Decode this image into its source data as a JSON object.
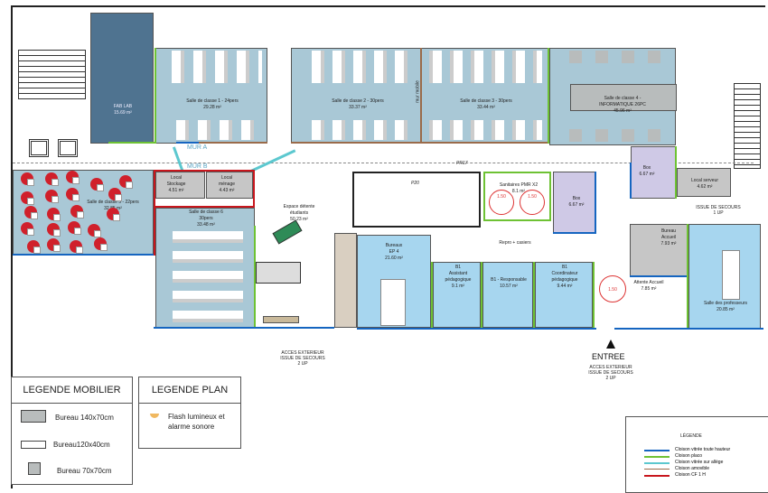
{
  "plan": {
    "rooms": [
      {
        "id": "fab-lab",
        "name": "FAB LAB",
        "area": "15.69 m²"
      },
      {
        "id": "classe-1",
        "name": "Salle de classe 1 - 24pers",
        "area": "29.28 m²"
      },
      {
        "id": "classe-2",
        "name": "Salle de classe 2 - 30pers",
        "area": "33.37 m²"
      },
      {
        "id": "classe-3",
        "name": "Salle de classe 3 - 30pers",
        "area": "33.44 m²"
      },
      {
        "id": "classe-4",
        "name": "Salle de classe 4 -\nINFORMATIQUE 26PC",
        "area": "45.96 m²"
      },
      {
        "id": "classe-5",
        "name": "Salle de classe 5 - 22pers",
        "area": "32.85 m²"
      },
      {
        "id": "local-stockage",
        "name": "Local\nStockage",
        "area": "4.51 m²"
      },
      {
        "id": "local-menage",
        "name": "Local\nménage",
        "area": "4.43 m²"
      },
      {
        "id": "classe-6",
        "name": "Salle de classe 6\n30pers",
        "area": "33.48 m²"
      },
      {
        "id": "espace-detente",
        "name": "Espace détente\nétudiants",
        "area": "50.23 m²"
      },
      {
        "id": "sanitaires",
        "name": "Sanitaires PMR X2",
        "area": "8.1 m²"
      },
      {
        "id": "box-1",
        "name": "Box",
        "area": "6.67 m²"
      },
      {
        "id": "box-2",
        "name": "Box",
        "area": "6.67 m²"
      },
      {
        "id": "local-serveur",
        "name": "Local serveur",
        "area": "4.62 m²"
      },
      {
        "id": "bureaux-ep4",
        "name": "Bureaux\nEP 4",
        "area": "21.60 m²"
      },
      {
        "id": "b1-assistant",
        "name": "B1\nAssistant\npédagogique",
        "area": "9.1 m²"
      },
      {
        "id": "b1-responsable",
        "name": "B1 - Responsable",
        "area": "10.57 m²"
      },
      {
        "id": "b1-coordinateur",
        "name": "B1\nCoordinateur\npédagogique",
        "area": "9.44 m²"
      },
      {
        "id": "bureau-accueil",
        "name": "Bureau\nAccueil",
        "area": "7.93 m²"
      },
      {
        "id": "attente-accueil",
        "name": "Attente Accueil",
        "area": "7.85 m²"
      },
      {
        "id": "salle-professeurs",
        "name": "Salle des professeurs",
        "area": "20.85 m²"
      }
    ],
    "labels": {
      "mur_a": "MUR A",
      "mur_b": "MUR B",
      "pr17": "PR17",
      "p20": "P20",
      "mur_mobile": "mur mobile",
      "repro": "Repro + casiers",
      "issue_secours_1up": "ISSUE DE SECOURS\n1 UP",
      "acces_ext_left": "ACCES EXTERIEUR\nISSUE DE SECOURS\n2 UP",
      "entree": "ENTREE",
      "acces_ext_right": "ACCES EXTERIEUR\nISSUE DE SECOURS\n2 UP",
      "turning_circle": "1.50"
    }
  },
  "legend_mobilier": {
    "title": "LEGENDE MOBILIER",
    "items": [
      {
        "label": "Bureau 140x70cm"
      },
      {
        "label": "Bureau120x40cm"
      },
      {
        "label": "Bureau 70x70cm"
      }
    ]
  },
  "legend_plan": {
    "title": "LEGENDE PLAN",
    "items": [
      {
        "icon": "flash-alarm-icon",
        "label": "Flash lumineux et\nalarme sonore"
      }
    ]
  },
  "legend_cloisons": {
    "title": "LÉGENDE",
    "items": [
      {
        "label": "Cloison vitrée toute hauteur",
        "color": "#1565c0"
      },
      {
        "label": "Cloison placo",
        "color": "#6ec234"
      },
      {
        "label": "Cloison vitrée sur allège",
        "color": "#5cc8cf"
      },
      {
        "label": "Cloison amovible",
        "color": "#9a6b4a"
      },
      {
        "label": "Cloison CF 1 H",
        "color": "#c8161d"
      }
    ]
  }
}
